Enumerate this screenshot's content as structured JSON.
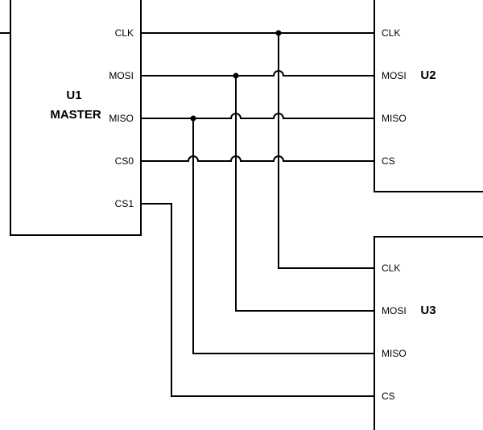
{
  "u1": {
    "ref": "U1",
    "role": "MASTER",
    "pins": [
      "CLK",
      "MOSI",
      "MISO",
      "CS0",
      "CS1"
    ]
  },
  "u2": {
    "ref": "U2",
    "pins": [
      "CLK",
      "MOSI",
      "MISO",
      "CS"
    ]
  },
  "u3": {
    "ref": "U3",
    "pins": [
      "CLK",
      "MOSI",
      "MISO",
      "CS"
    ]
  },
  "colors": {
    "ink": "#000000",
    "background": "#ffffff"
  }
}
